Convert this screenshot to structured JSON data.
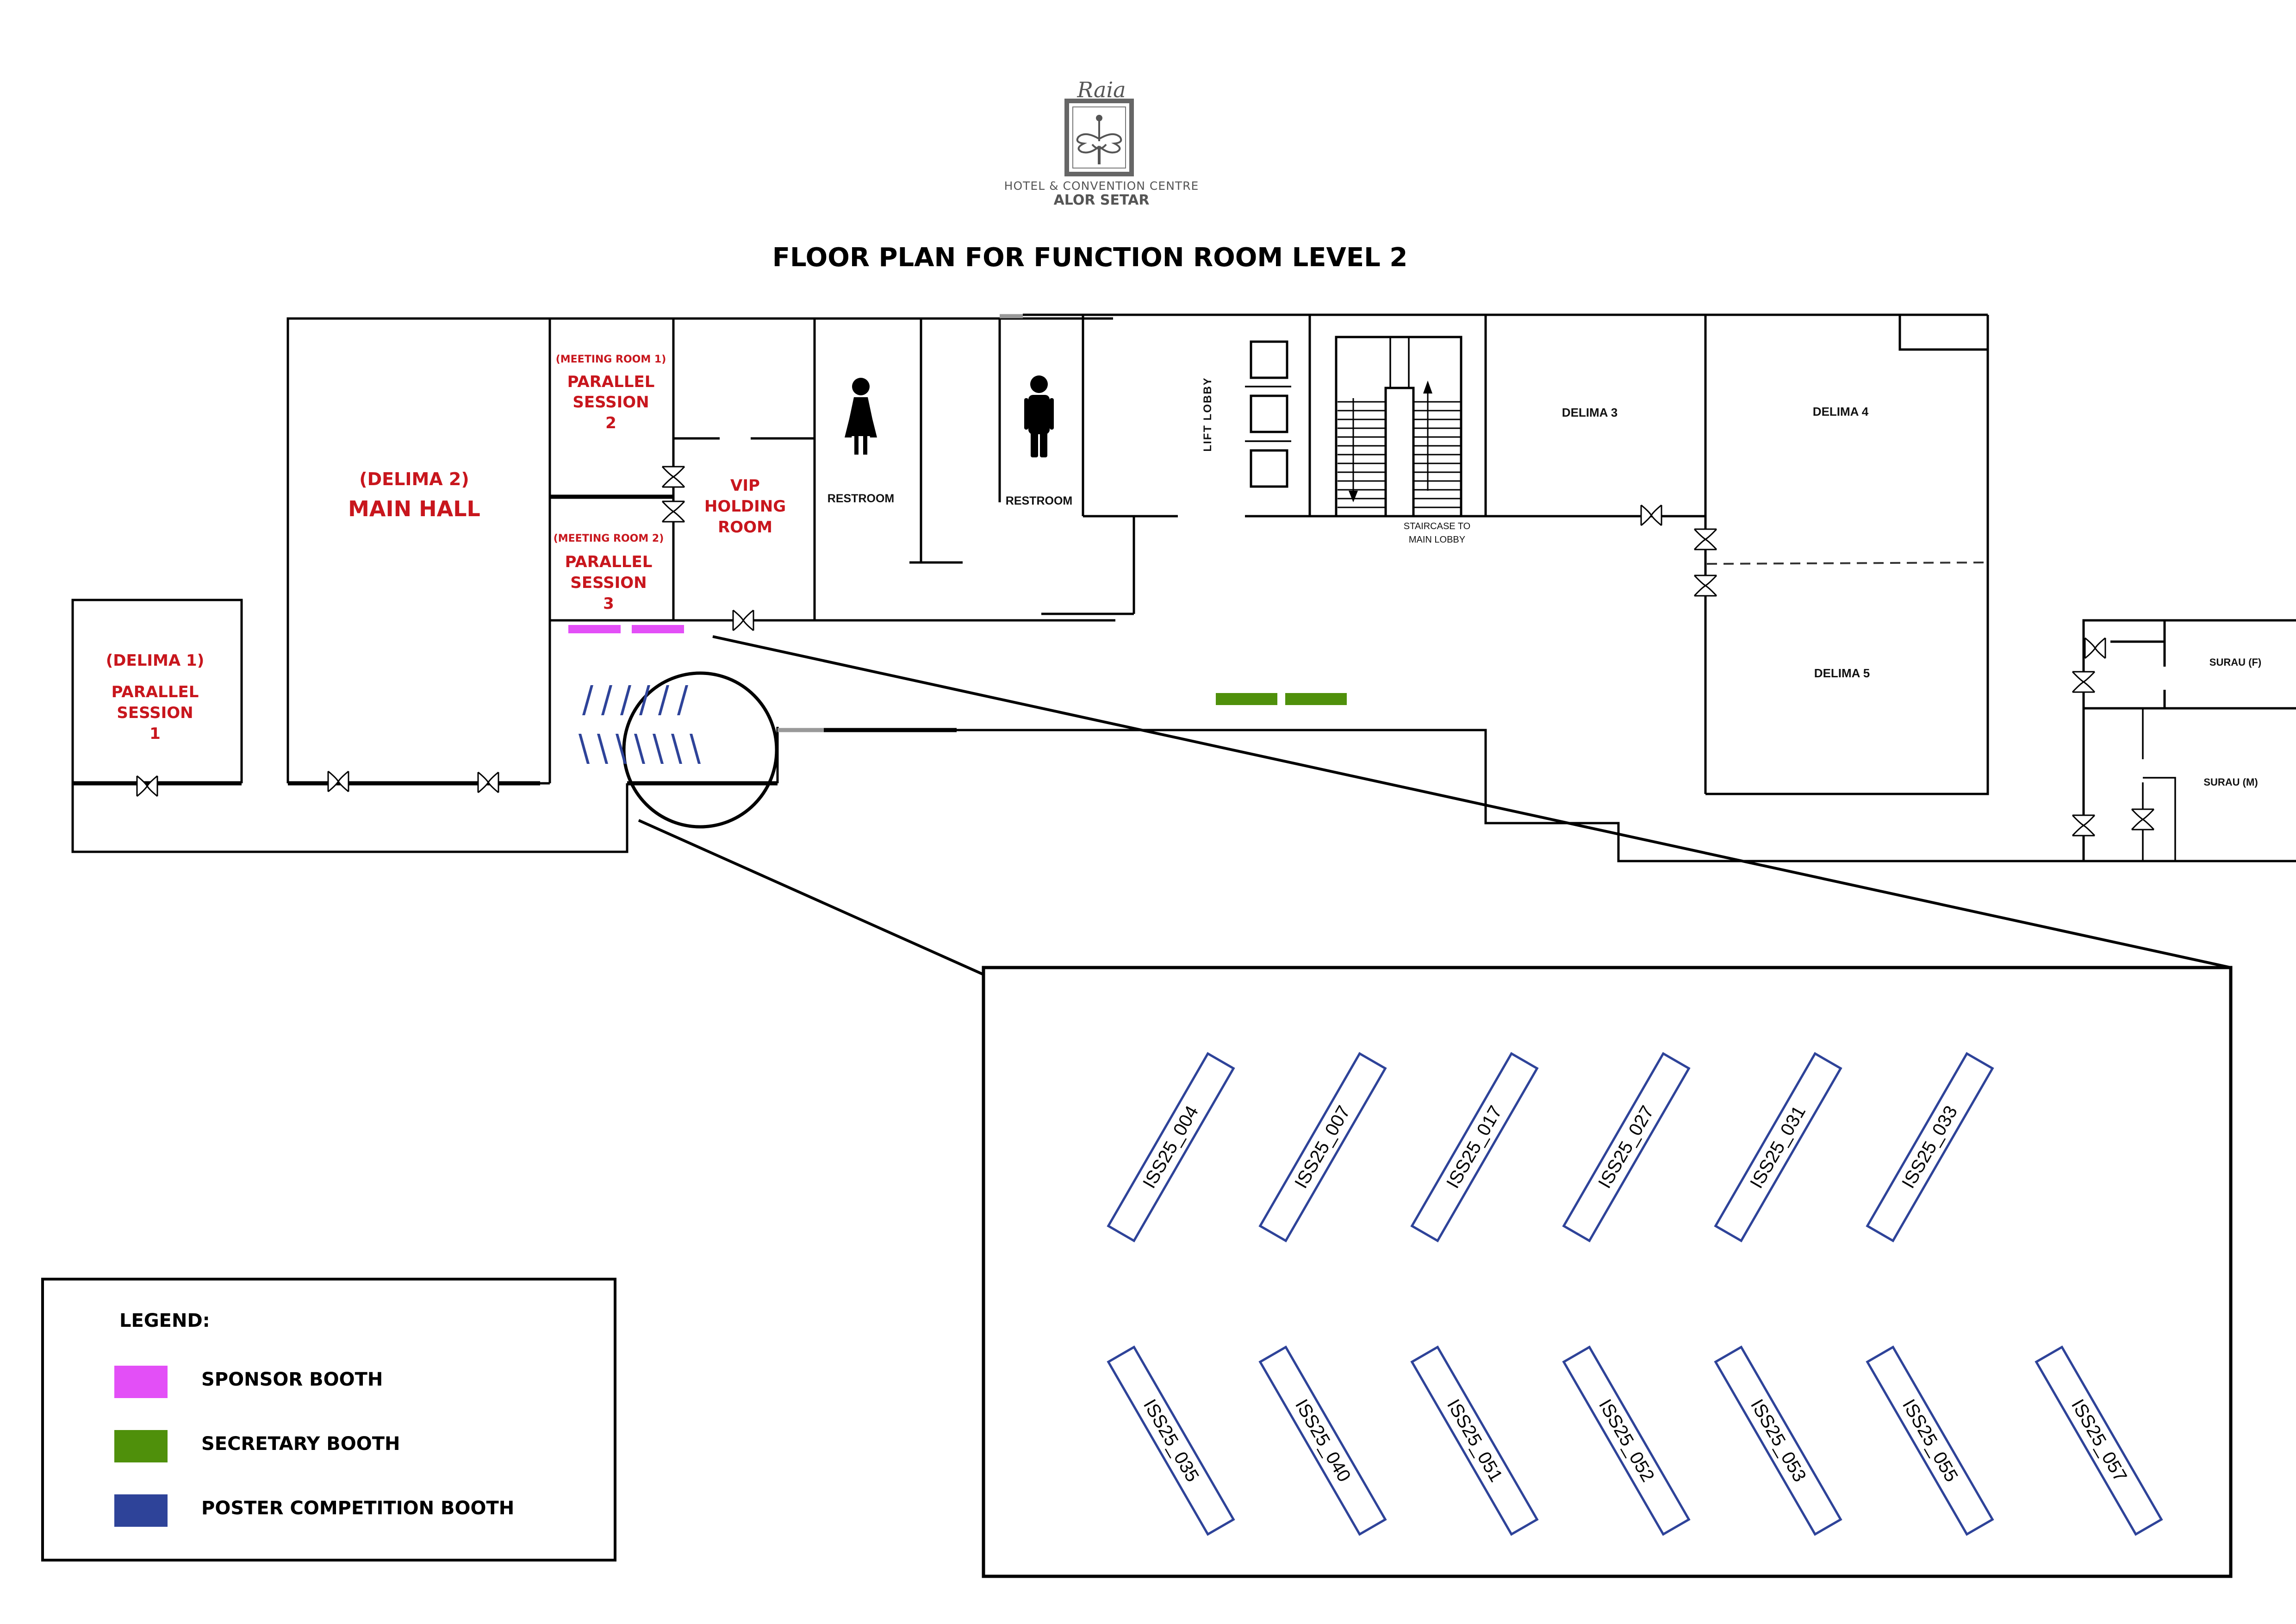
{
  "logo": {
    "brand": "Raia",
    "line1": "HOTEL & CONVENTION CENTRE",
    "line2": "ALOR SETAR"
  },
  "title": "FLOOR PLAN FOR FUNCTION ROOM LEVEL 2",
  "rooms": {
    "delima1": {
      "tag": "(DELIMA 1)",
      "line1": "PARALLEL",
      "line2": "SESSION",
      "line3": "1"
    },
    "delima2": {
      "tag": "(DELIMA 2)",
      "name": "MAIN HALL"
    },
    "meeting1": {
      "tag": "(MEETING ROOM 1)",
      "line1": "PARALLEL",
      "line2": "SESSION",
      "line3": "2"
    },
    "meeting2": {
      "tag": "(MEETING ROOM 2)",
      "line1": "PARALLEL",
      "line2": "SESSION",
      "line3": "3"
    },
    "vip": {
      "line1": "VIP",
      "line2": "HOLDING",
      "line3": "ROOM"
    },
    "restroom_f": "RESTROOM",
    "restroom_m": "RESTROOM",
    "lift_lobby": "LIFT LOBBY",
    "staircase": {
      "line1": "STAIRCASE TO",
      "line2": "MAIN LOBBY"
    },
    "delima3": "DELIMA 3",
    "delima4": "DELIMA 4",
    "delima5": "DELIMA 5",
    "surau_f": "SURAU (F)",
    "surau_m": "SURAU (M)"
  },
  "colors": {
    "sponsor": "#e34ff7",
    "secretary": "#4f900b",
    "poster": "#2e4399",
    "room_label_red": "#c8161d"
  },
  "booths": {
    "sponsor_count": 2,
    "secretary_count": 2,
    "poster_row1": [
      "ISS25_004",
      "ISS25_007",
      "ISS25_017",
      "ISS25_027",
      "ISS25_031",
      "ISS25_033"
    ],
    "poster_row2": [
      "ISS25_035",
      "ISS25_040",
      "ISS25_051",
      "ISS25_052",
      "ISS25_053",
      "ISS25_055",
      "ISS25_057"
    ]
  },
  "legend": {
    "title": "LEGEND:",
    "items": [
      {
        "label": "SPONSOR BOOTH",
        "color": "#e34ff7"
      },
      {
        "label": "SECRETARY BOOTH",
        "color": "#4f900b"
      },
      {
        "label": "POSTER COMPETITION BOOTH",
        "color": "#2e4399"
      }
    ]
  }
}
